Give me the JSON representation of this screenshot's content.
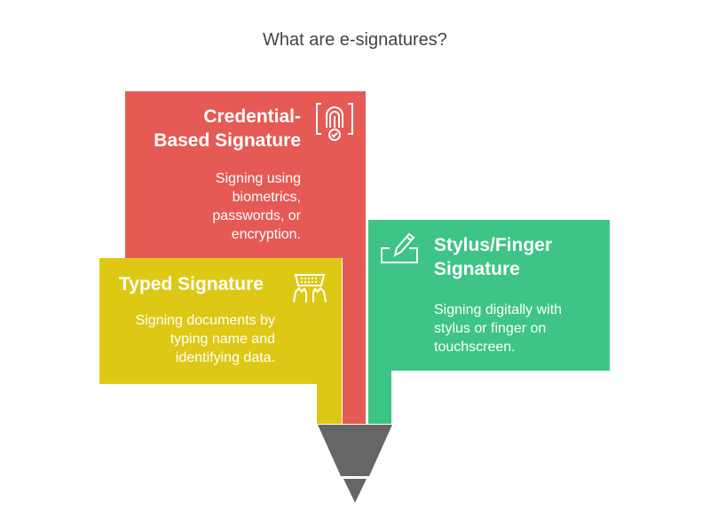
{
  "title": "What are e-signatures?",
  "colors": {
    "credential": "#E55A55",
    "typed": "#DEC816",
    "stylus": "#3EC486",
    "tip": "#666666"
  },
  "cards": {
    "credential": {
      "heading_1": "Credential-",
      "heading_2": "Based Signature",
      "desc_1": "Signing using",
      "desc_2": "biometrics,",
      "desc_3": "passwords, or",
      "desc_4": "encryption.",
      "icon": "fingerprint-icon"
    },
    "typed": {
      "heading": "Typed Signature",
      "desc_1": "Signing documents by",
      "desc_2": "typing name and",
      "desc_3": "identifying data.",
      "icon": "keyboard-typing-icon"
    },
    "stylus": {
      "heading_1": "Stylus/Finger",
      "heading_2": "Signature",
      "desc_1": "Signing digitally with",
      "desc_2": "stylus or finger on",
      "desc_3": "touchscreen.",
      "icon": "pen-signing-icon"
    }
  }
}
